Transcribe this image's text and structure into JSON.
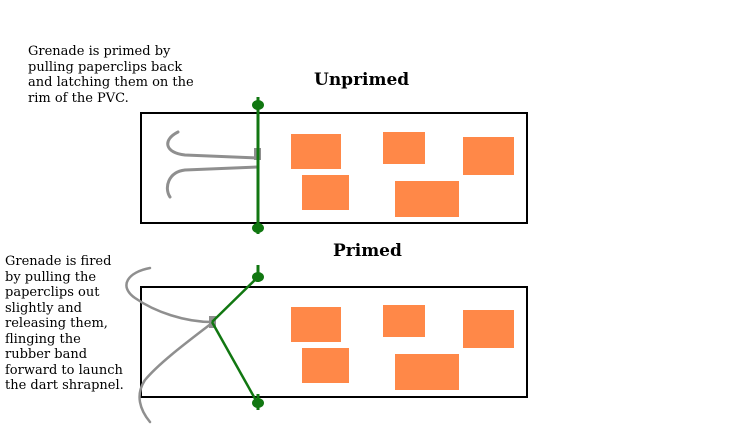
{
  "notes": {
    "priming": "Grenade is primed by\npulling paperclips back\nand latching them on the\nrim of the PVC.",
    "firing": "Grenade is fired\nby pulling the\npaperclips out\nslightly and\nreleasing them,\nflinging the\nrubber band\nforward to launch\nthe dart shrapnel."
  },
  "states": {
    "unprimed": "Unprimed",
    "primed": "Primed"
  },
  "colors": {
    "outline": "#000000",
    "band": "#117711",
    "paperclip": "#8f8f8f",
    "shrapnel": "#ff8848"
  }
}
